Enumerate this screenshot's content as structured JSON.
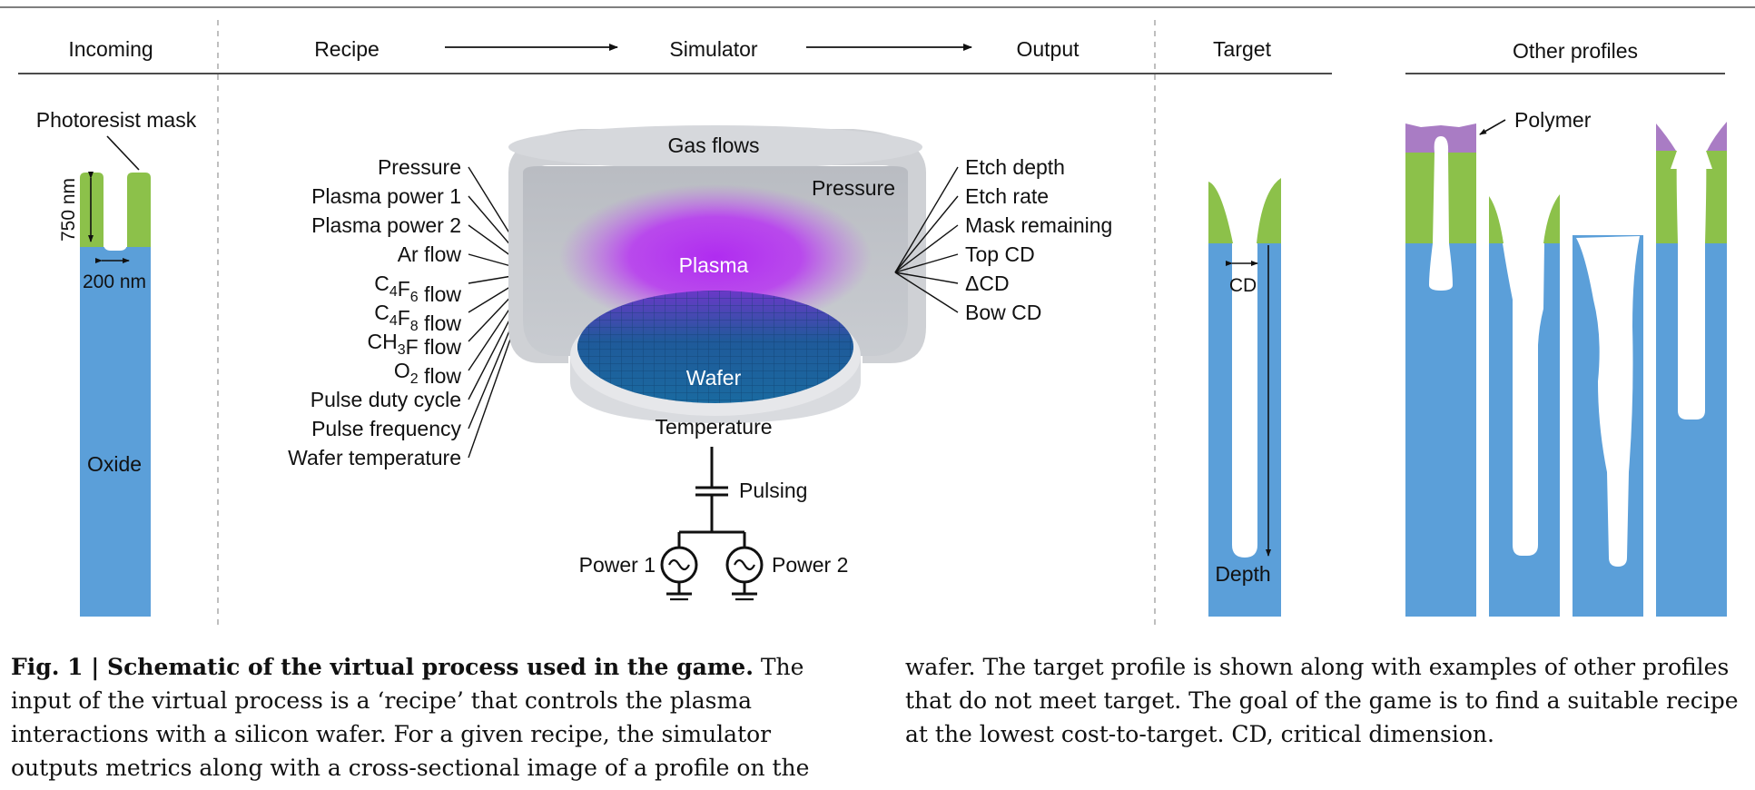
{
  "figure": {
    "headers": {
      "incoming": "Incoming",
      "recipe": "Recipe",
      "simulator": "Simulator",
      "output": "Output",
      "target": "Target",
      "other": "Other profiles"
    },
    "incoming": {
      "mask_label": "Photoresist mask",
      "height_label": "750 nm",
      "width_label": "200 nm",
      "oxide_label": "Oxide"
    },
    "recipe_params": [
      {
        "pre": "Pressure"
      },
      {
        "pre": "Plasma power 1"
      },
      {
        "pre": "Plasma power 2"
      },
      {
        "pre": "Ar flow"
      },
      {
        "pre": "C",
        "s1": "4",
        "mid": "F",
        "s2": "6",
        "post": " flow"
      },
      {
        "pre": "C",
        "s1": "4",
        "mid": "F",
        "s2": "8",
        "post": " flow"
      },
      {
        "pre": "CH",
        "s1": "3",
        "mid": "F flow"
      },
      {
        "pre": "O",
        "s1": "2",
        "mid": " flow"
      },
      {
        "pre": "Pulse duty cycle"
      },
      {
        "pre": "Pulse frequency"
      },
      {
        "pre": "Wafer temperature"
      }
    ],
    "chamber": {
      "gas": "Gas flows",
      "pressure": "Pressure",
      "plasma": "Plasma",
      "wafer": "Wafer",
      "temperature": "Temperature",
      "pulsing": "Pulsing",
      "power1": "Power 1",
      "power2": "Power 2"
    },
    "outputs": [
      "Etch depth",
      "Etch rate",
      "Mask remaining",
      "Top CD",
      "ΔCD",
      "Bow CD"
    ],
    "target": {
      "cd": "CD",
      "depth": "Depth"
    },
    "other": {
      "polymer": "Polymer"
    },
    "colors": {
      "oxide": "#5b9fd9",
      "mask": "#8cc14a",
      "polymer": "#a97cc4",
      "plasma": "#b02cf0"
    }
  },
  "caption": {
    "label": "Fig. 1 | Schematic of the virtual process used in the game.",
    "text": " The input of the virtual process is a ‘recipe’ that controls the plasma interactions with a silicon wafer. For a given recipe, the simulator outputs metrics along with a cross-sectional image of a profile on the wafer. The target profile is shown along with examples of other profiles that do not meet target. The goal of the game is to find a suitable recipe at the lowest cost-to-target. CD, critical dimension."
  }
}
